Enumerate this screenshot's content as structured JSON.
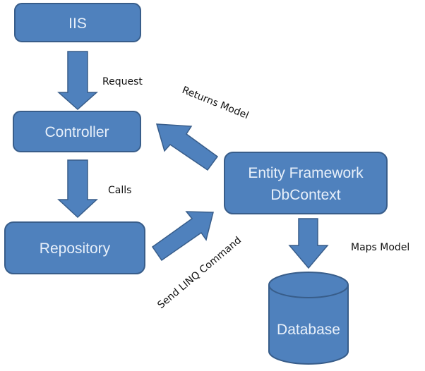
{
  "diagram": {
    "colors": {
      "fill": "#4f81bd",
      "stroke": "#385d8a",
      "box_text": "#e8f0fa",
      "label_text": "#111111"
    },
    "nodes": {
      "iis": "IIS",
      "controller": "Controller",
      "repository": "Repository",
      "entity_framework_line1": "Entity Framework",
      "entity_framework_line2": "DbContext",
      "database": "Database"
    },
    "edges": {
      "request": "Request",
      "calls": "Calls",
      "returns_model": "Returns Model",
      "send_linq_command": "Send LINQ Command",
      "maps_model": "Maps Model"
    }
  }
}
